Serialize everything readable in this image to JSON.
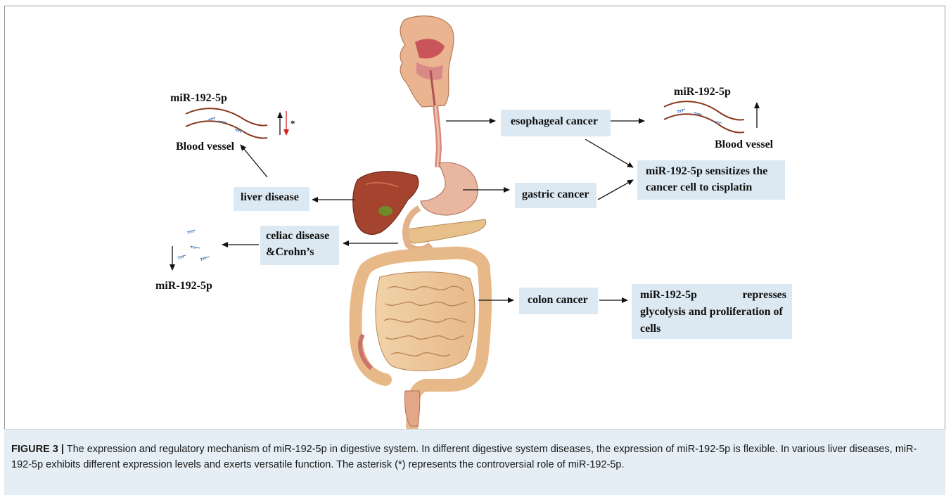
{
  "diagram": {
    "left": {
      "blood_label_top": "miR-192-5p",
      "blood_vessel_label": "Blood vessel",
      "asterisk": "*",
      "liver_disease": "liver disease",
      "celiac_line1": "celiac disease",
      "celiac_line2": "&Crohn’s",
      "mir_bottom": "miR-192-5p"
    },
    "right": {
      "esophageal_cancer": "esophageal cancer",
      "mir_top": "miR-192-5p",
      "blood_vessel_label": "Blood vessel",
      "sensitizes_line1": "miR-192-5p sensitizes the",
      "sensitizes_line2": "cancer cell to cisplatin",
      "gastric_cancer": "gastric cancer",
      "colon_cancer": "colon cancer",
      "represses_word1": "miR-192-5p",
      "represses_word2": "represses",
      "represses_line2": "glycolysis and proliferation of",
      "represses_line3": "cells"
    }
  },
  "caption": {
    "label": "FIGURE 3 |",
    "text": " The expression and regulatory mechanism of miR-192-5p in digestive system. In different digestive system diseases, the expression of miR-192-5p is flexible. In various liver diseases, miR-192-5p exhibits different expression levels and exerts versatile function. The asterisk (*) represents the controversial role of miR-192-5p."
  },
  "colors": {
    "box_fill": "#dce9f2",
    "vessel": "#8b3a1e",
    "mirna": "#4a7fc1",
    "down_arrow": "#d22020"
  }
}
